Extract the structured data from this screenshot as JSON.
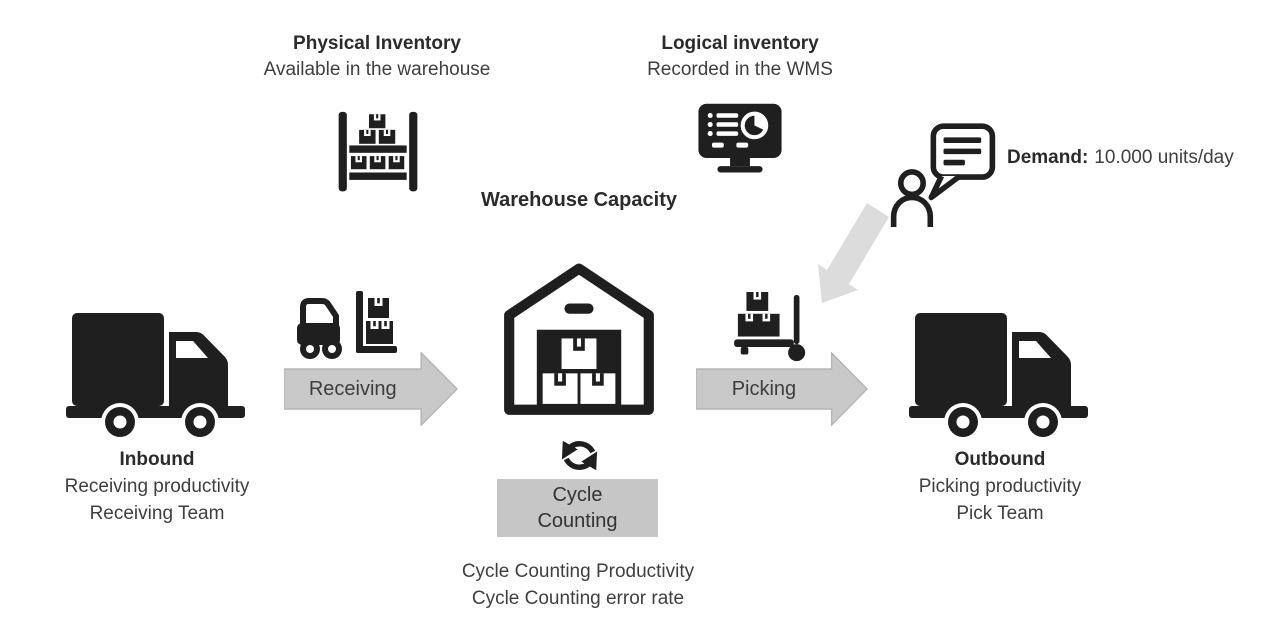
{
  "title": "Warehouse inbound-outbound flow diagram",
  "colors": {
    "icon_dark": "#1f1f1f",
    "text": "#3f3f3f",
    "heading": "#2b2b2b",
    "flow_arrow_fill": "#c9c9c9",
    "flow_arrow_border": "#b5b5b5",
    "demand_arrow_fill": "#dcdcdc",
    "cycle_box_fill": "#c6c6c6",
    "background": "#ffffff"
  },
  "top": {
    "physical": {
      "title": "Physical Inventory",
      "subtitle": "Available in the warehouse"
    },
    "logical": {
      "title": "Logical inventory",
      "subtitle": "Recorded in the WMS"
    },
    "capacity": "Warehouse Capacity",
    "demand": {
      "label": "Demand:",
      "value": "10.000 units/day"
    }
  },
  "flow": {
    "inbound": {
      "title": "Inbound",
      "metric": "Receiving productivity",
      "team": "Receiving Team"
    },
    "receiving": {
      "label": "Receiving"
    },
    "picking": {
      "label": "Picking"
    },
    "outbound": {
      "title": "Outbound",
      "metric": "Picking productivity",
      "team": "Pick Team"
    },
    "cycle": {
      "line1": "Cycle",
      "line2": "Counting",
      "metric1": "Cycle Counting Productivity",
      "metric2": "Cycle Counting error rate"
    }
  },
  "icons": {
    "rack-icon": "storage rack with stacked boxes",
    "wms-dashboard-icon": "monitor with list and pie chart",
    "person-chat-icon": "person with speech bubble",
    "demand-arrow-icon": "light gray diagonal block arrow",
    "inbound-truck-icon": "delivery truck",
    "forklift-icon": "forklift carrying boxes",
    "warehouse-icon": "warehouse building with boxes",
    "refresh-icon": "circular cycle arrows",
    "hand-truck-icon": "pallet truck with boxes",
    "outbound-truck-icon": "delivery truck",
    "flow-arrow-icon": "gray block arrow pointing right"
  }
}
